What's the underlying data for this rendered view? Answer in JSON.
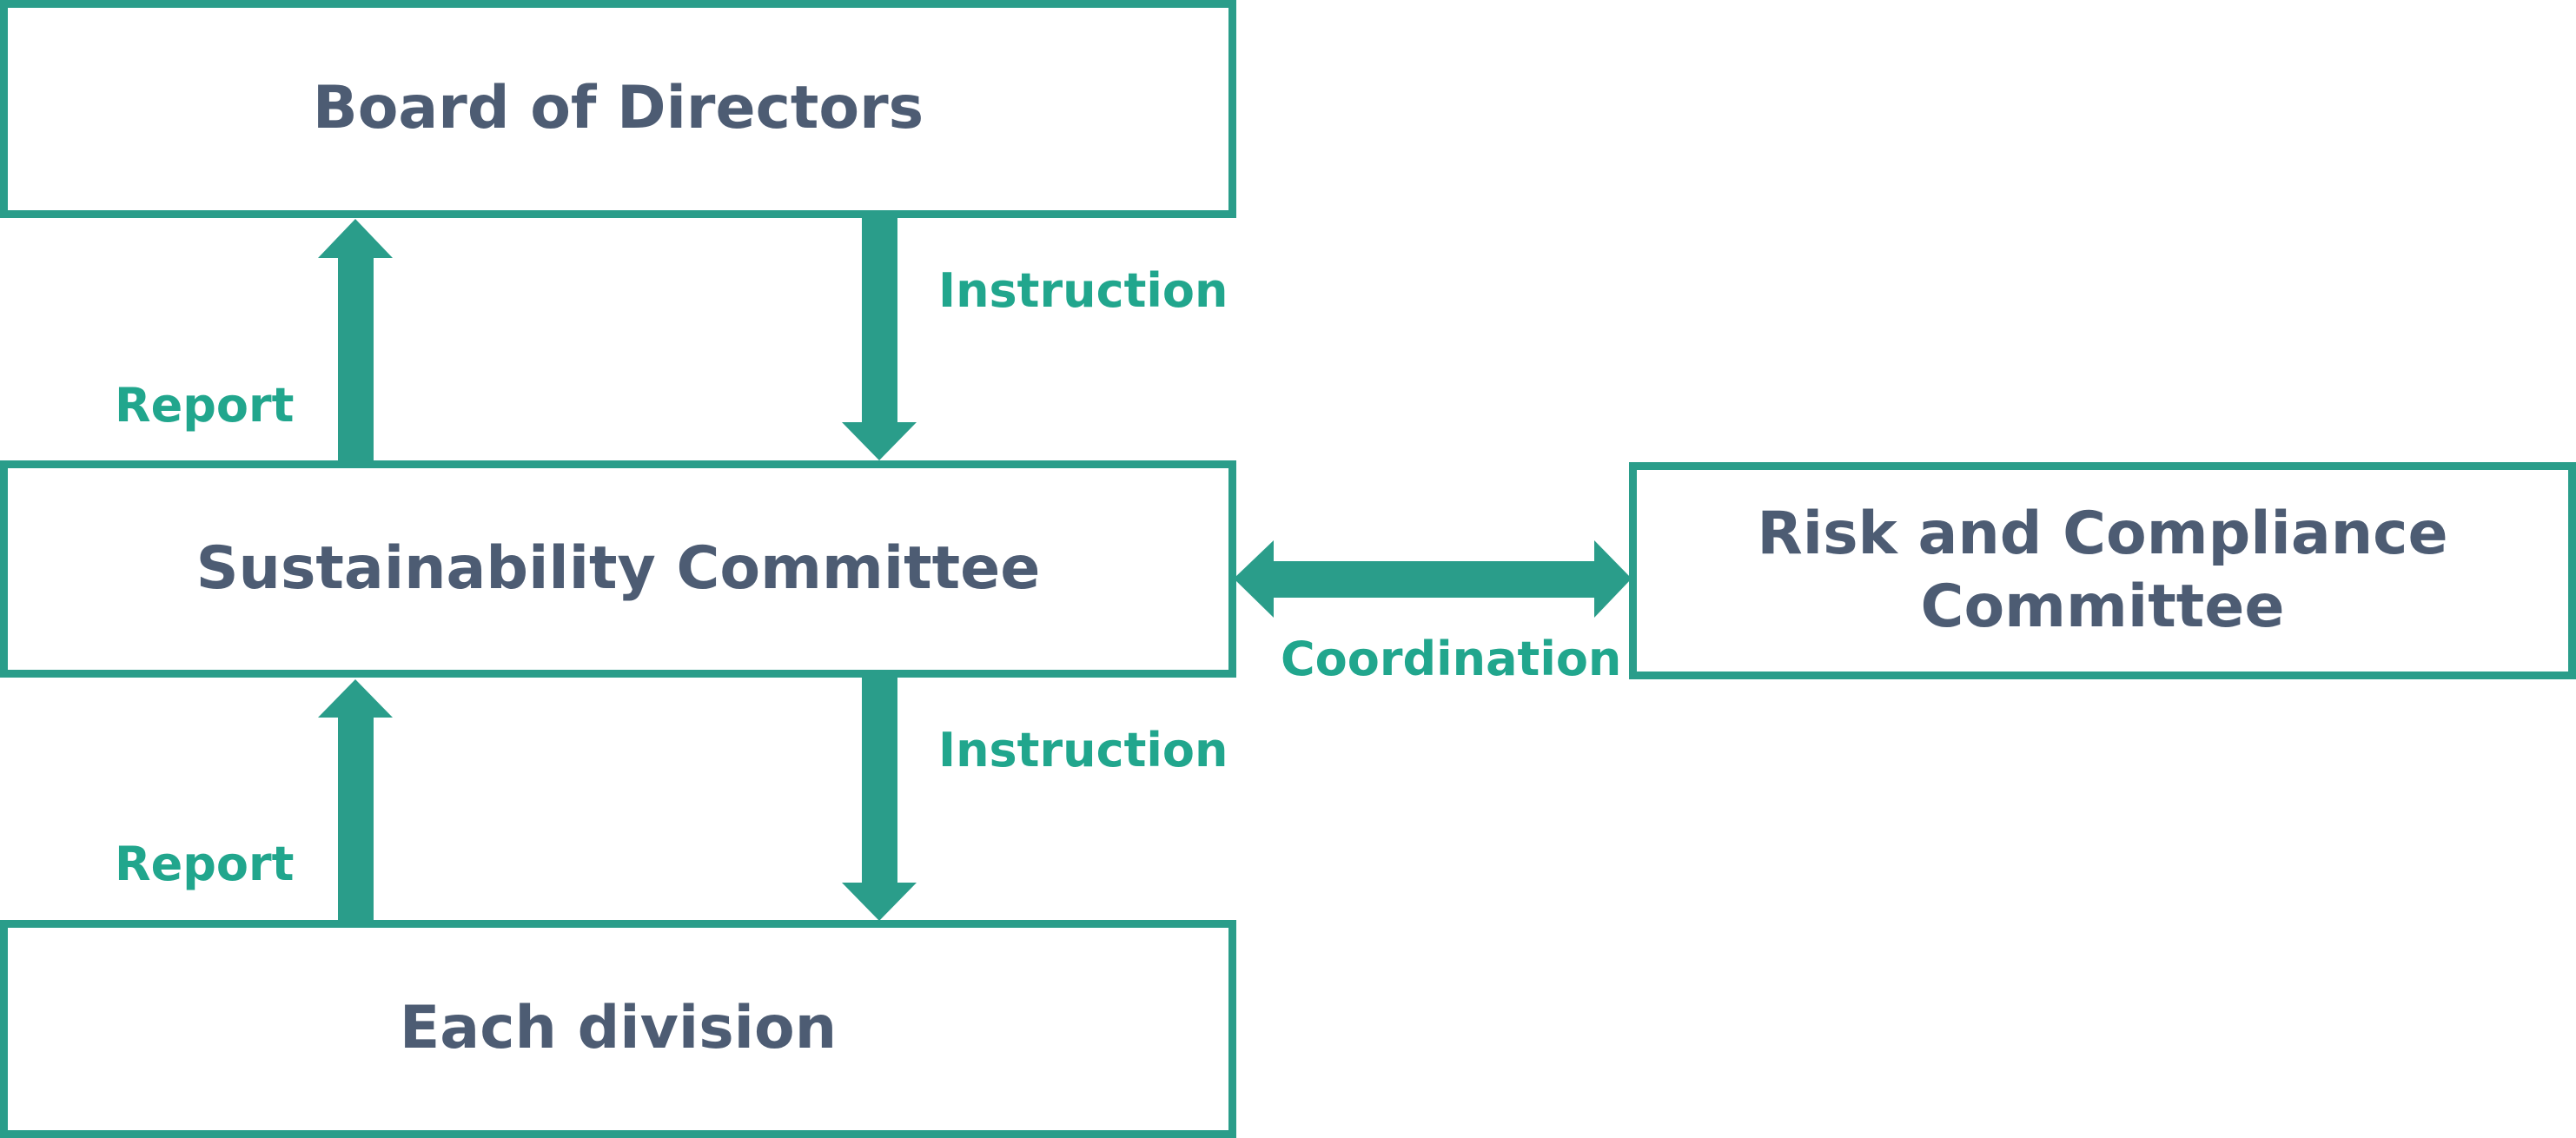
{
  "colors": {
    "border": "#2a9d8a",
    "arrow": "#2a9d8a",
    "box_text": "#4d5c73",
    "label_text": "#21a68d"
  },
  "boxes": {
    "board": "Board of Directors",
    "sustainability": "Sustainability Committee",
    "risk": "Risk and Compliance\nCommittee",
    "division": "Each division"
  },
  "labels": {
    "report_upper": "Report",
    "instruction_upper": "Instruction",
    "report_lower": "Report",
    "instruction_lower": "Instruction",
    "coordination": "Coordination"
  },
  "connections": [
    {
      "from": "sustainability",
      "to": "board",
      "label": "Report"
    },
    {
      "from": "board",
      "to": "sustainability",
      "label": "Instruction"
    },
    {
      "from": "division",
      "to": "sustainability",
      "label": "Report"
    },
    {
      "from": "sustainability",
      "to": "division",
      "label": "Instruction"
    },
    {
      "from": "sustainability",
      "to": "risk",
      "label": "Coordination",
      "bidirectional": true
    }
  ]
}
